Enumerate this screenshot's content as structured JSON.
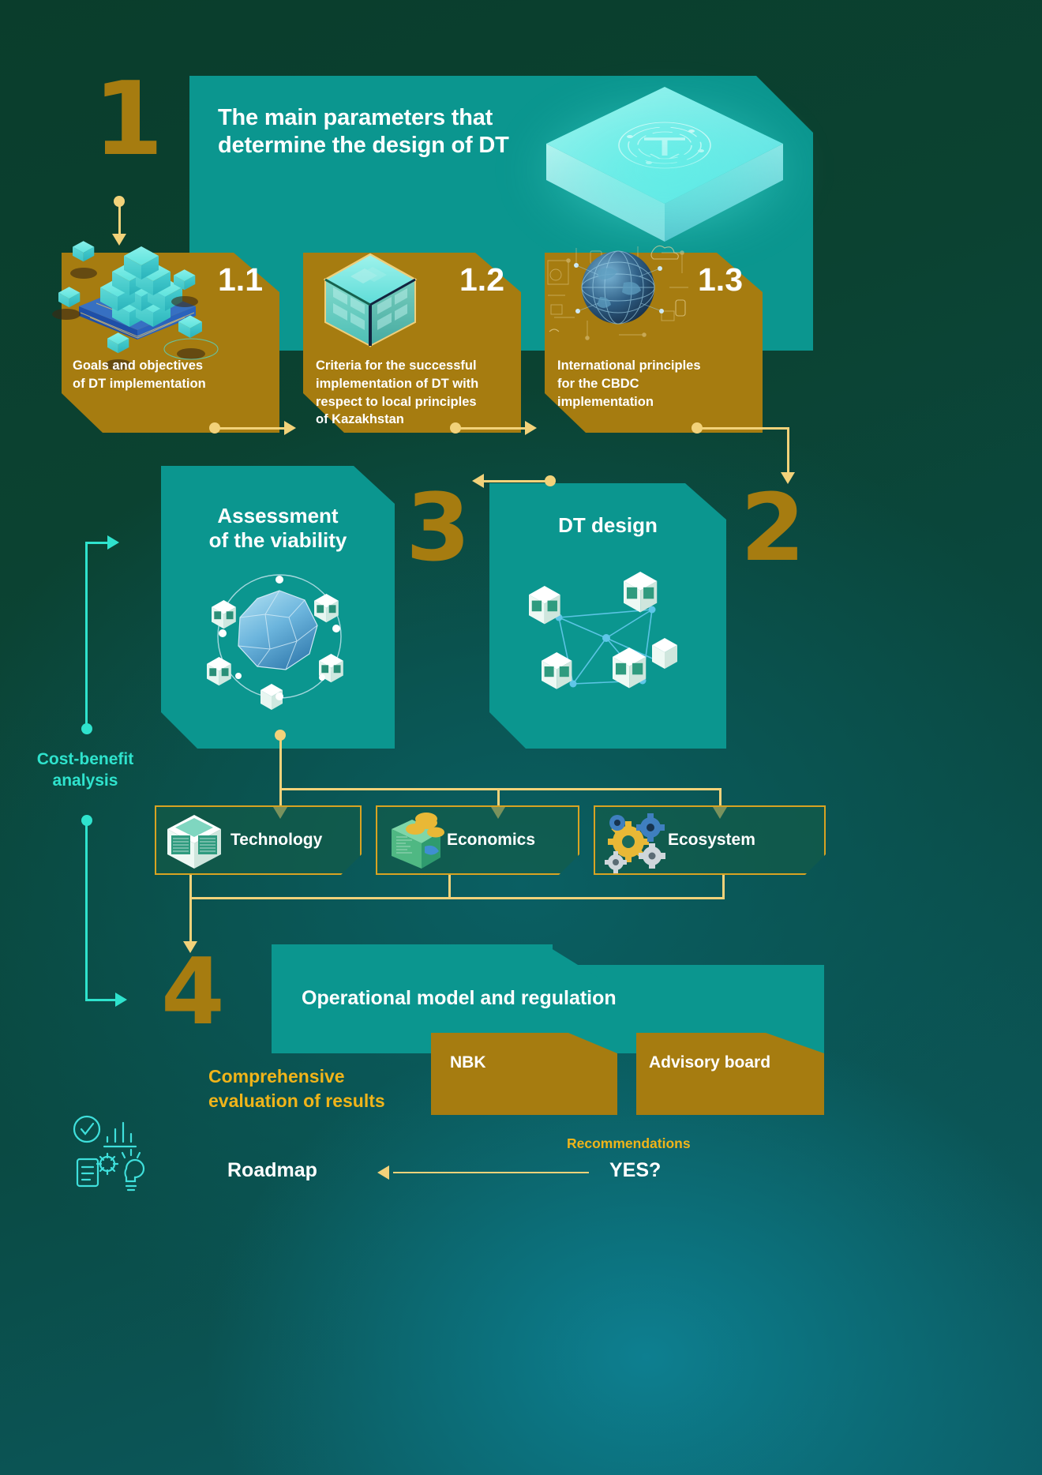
{
  "palette": {
    "bg_dark_green": "#0a3d2c",
    "bg_teal": "#0c5f68",
    "teal_panel": "#0b968f",
    "gold_panel": "#a67c10",
    "gold_line": "#f2d27a",
    "cyan_text": "#2fe3cd",
    "gold_text": "#f0b41a",
    "white": "#ffffff"
  },
  "step1": {
    "number": "1",
    "title": "The main parameters that\ndetermine the design of DT",
    "title_line1": "The main parameters that",
    "title_line2": "determine the design of DT",
    "icon": "isometric-cbdc-coin-plate-icon",
    "cards": [
      {
        "number": "1.1",
        "text_line1": "Goals and objectives",
        "text_line2": "of DT implementation",
        "text": "Goals and objectives of DT implementation",
        "icon": "isometric-blockchain-cubes-icon"
      },
      {
        "number": "1.2",
        "text_line1": "Criteria for the successful",
        "text_line2": "implementation of DT with",
        "text_line3": "respect to local principles",
        "text_line4": "of Kazakhstan",
        "text": "Criteria for the successful implementation of DT with respect to local principles of Kazakhstan",
        "icon": "isometric-glass-cube-icon"
      },
      {
        "number": "1.3",
        "text_line1": "International principles",
        "text_line2": "for the CBDC",
        "text_line3": "implementation",
        "text": "International principles for the CBDC implementation",
        "icon": "global-network-globe-icon"
      }
    ]
  },
  "step3": {
    "number": "3",
    "title_line1": "Assessment",
    "title_line2": "of the viability",
    "title": "Assessment of the viability",
    "icon": "polyhedron-sphere-nodes-icon"
  },
  "step2": {
    "number": "2",
    "title": "DT design",
    "icon": "network-topology-blocks-icon"
  },
  "side_label": {
    "line1": "Cost-benefit",
    "line2": "analysis",
    "text": "Cost-benefit analysis"
  },
  "criteria_boxes": [
    {
      "label": "Technology",
      "icon": "isometric-data-block-icon"
    },
    {
      "label": "Economics",
      "icon": "wallet-coins-icon"
    },
    {
      "label": "Ecosystem",
      "icon": "gears-cluster-icon"
    }
  ],
  "step4": {
    "number": "4",
    "title": "Operational model and regulation",
    "actors": [
      {
        "label": "NBK"
      },
      {
        "label": "Advisory board"
      }
    ]
  },
  "footer": {
    "evaluation_line1": "Comprehensive",
    "evaluation_line2": "evaluation of results",
    "evaluation": "Comprehensive evaluation of results",
    "recommendations": "Recommendations",
    "yes": "YES?",
    "roadmap": "Roadmap",
    "icon": "analytics-checklist-bulb-icon"
  }
}
